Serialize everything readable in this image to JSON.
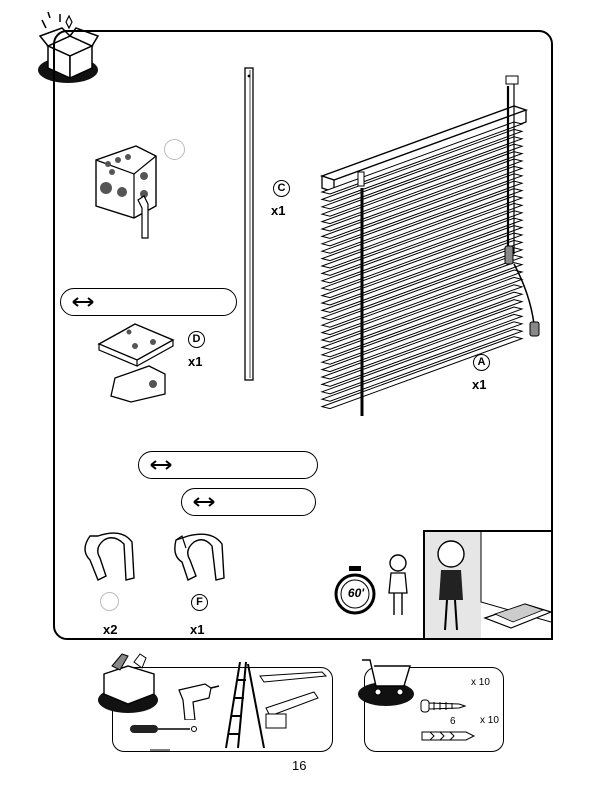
{
  "parts": {
    "c": {
      "letter": "C",
      "qty": "x1"
    },
    "d": {
      "letter": "D",
      "qty": "x1"
    },
    "a": {
      "letter": "A",
      "qty": "x1"
    },
    "e": {
      "qty": "x2"
    },
    "f": {
      "letter": "F",
      "qty": "x1"
    }
  },
  "timer": {
    "label": "60'"
  },
  "hardware": {
    "screw_qty": "x 10",
    "screw_size": "6",
    "plug_qty": "x 10"
  },
  "page": {
    "number": "16"
  }
}
